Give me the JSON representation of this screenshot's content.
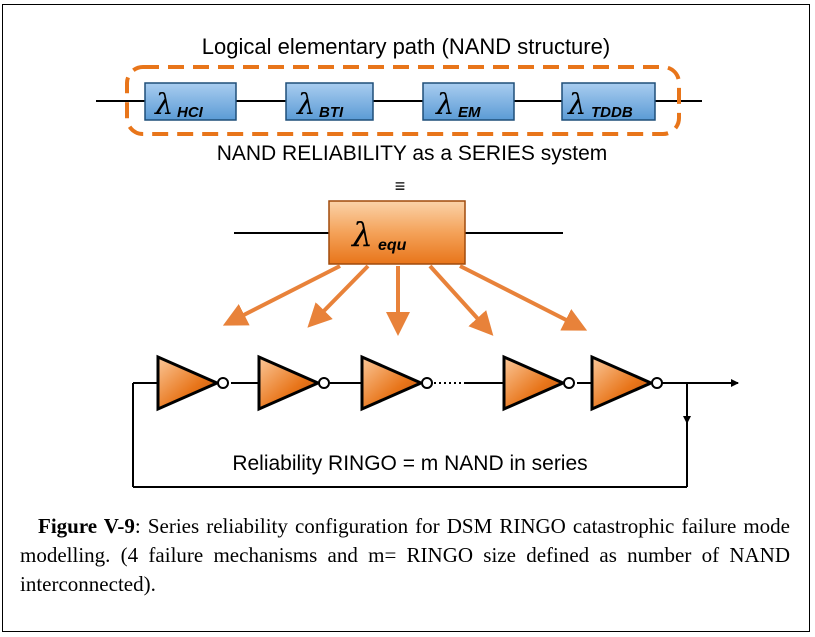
{
  "diagram": {
    "top_title": "Logical elementary path (NAND structure)",
    "series_label": "NAND RELIABILITY as a SERIES system",
    "equiv_symbol": "≡",
    "lambda_symbol": "λ",
    "blocks": [
      {
        "subscript": "HCI"
      },
      {
        "subscript": "BTI"
      },
      {
        "subscript": "EM"
      },
      {
        "subscript": "TDDB"
      }
    ],
    "equivalent_block": {
      "subscript": "equ"
    },
    "ring_label": "Reliability RINGO = m NAND in series",
    "colors": {
      "block_fill": "#6fa8dc",
      "dashed_border": "#e8751a",
      "arrow": "#e8823a",
      "inverter_fill": "#e8751a"
    }
  },
  "caption": {
    "figure_label": "Figure V-9",
    "text": ": Series reliability configuration for DSM RINGO catastrophic failure mode modelling. (4 failure mechanisms and m= RINGO size defined as number of NAND interconnected)."
  }
}
